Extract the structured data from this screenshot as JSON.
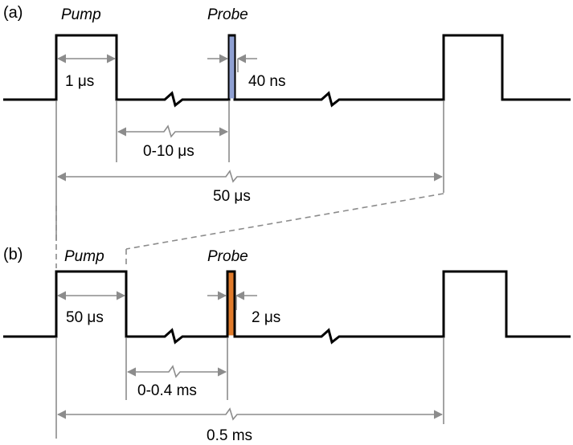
{
  "panels": [
    {
      "tag": "(a)",
      "pump_label": "Pump",
      "probe_label": "Probe",
      "pump_width": "1 μs",
      "probe_width": "40 ns",
      "delay": "0-10 μs",
      "period": "50 μs",
      "probe_color": "#8fa0d2"
    },
    {
      "tag": "(b)",
      "pump_label": "Pump",
      "probe_label": "Probe",
      "pump_width": "50 μs",
      "probe_width": "2 μs",
      "delay": "0-0.4 ms",
      "period": "0.5 ms",
      "probe_color": "#e07b2c"
    }
  ]
}
